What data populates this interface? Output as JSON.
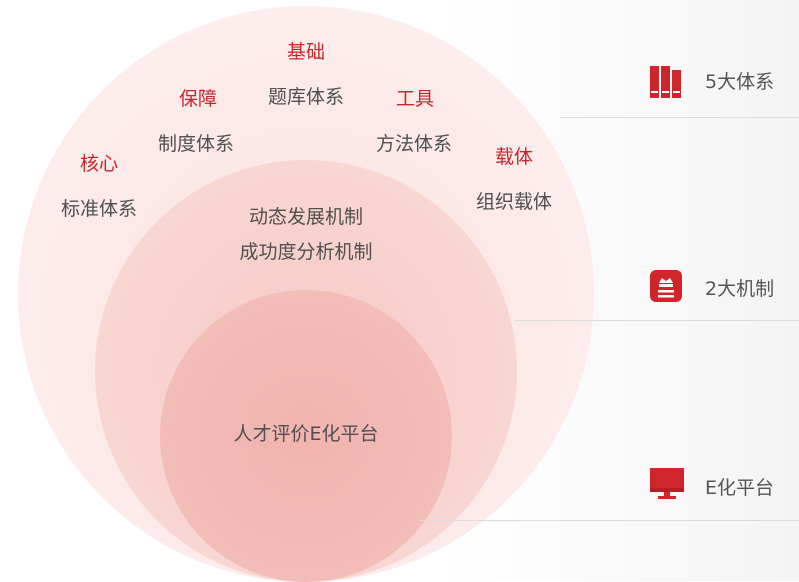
{
  "diagram": {
    "outer_ring": {
      "items": [
        {
          "role": "基础",
          "system": "题库体系"
        },
        {
          "role": "保障",
          "system": "制度体系"
        },
        {
          "role": "工具",
          "system": "方法体系"
        },
        {
          "role": "核心",
          "system": "标准体系"
        },
        {
          "role": "载体",
          "system": "组织载体"
        }
      ]
    },
    "middle_ring": {
      "lines": [
        "动态发展机制",
        "成功度分析机制"
      ]
    },
    "inner_circle": {
      "label": "人才评价E化平台"
    }
  },
  "legend": [
    {
      "icon": "books-icon",
      "label": "5大体系"
    },
    {
      "icon": "crown-document-icon",
      "label": "2大机制"
    },
    {
      "icon": "monitor-icon",
      "label": "E化平台"
    }
  ],
  "colors": {
    "accent": "#c9262c",
    "text": "#505050",
    "outer": "#fcebea",
    "middle": "#f8d6d3",
    "inner": "#f3bdb8"
  }
}
